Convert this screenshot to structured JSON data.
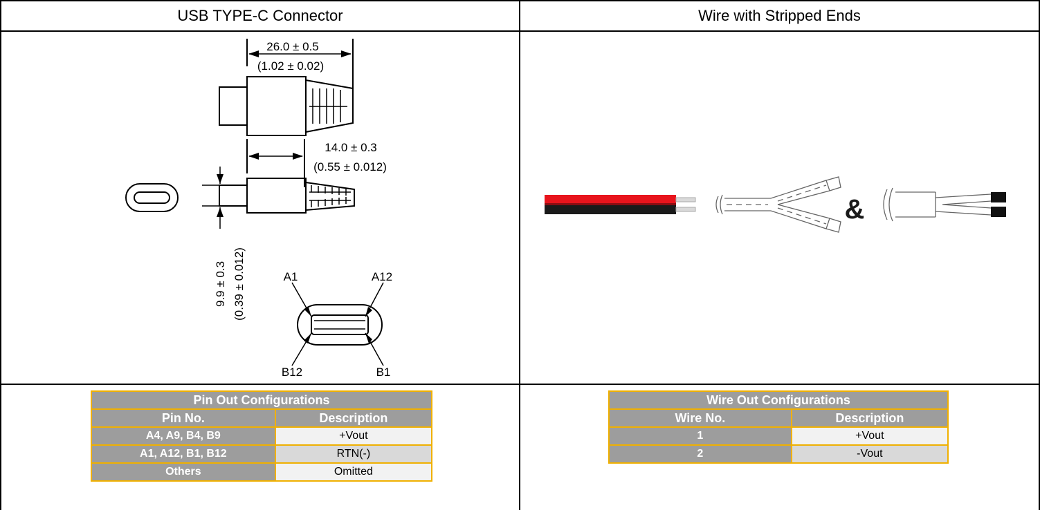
{
  "headers": {
    "left": "USB TYPE-C Connector",
    "right": "Wire with Stripped Ends"
  },
  "dimensions": {
    "length_mm": "26.0 ± 0.5",
    "length_in": "(1.02 ± 0.02)",
    "plug_mm": "14.0 ± 0.3",
    "plug_in": "(0.55 ± 0.012)",
    "height_mm": "9.9 ± 0.3",
    "height_in": "(0.39 ± 0.012)"
  },
  "pins": {
    "a1": "A1",
    "a12": "A12",
    "b12": "B12",
    "b1": "B1"
  },
  "wire_diagram": {
    "ampersand": "&"
  },
  "pin_table": {
    "title": "Pin Out Configurations",
    "columns": [
      "Pin No.",
      "Description"
    ],
    "rows": [
      {
        "pin": "A4, A9, B4, B9",
        "desc": "+Vout"
      },
      {
        "pin": "A1, A12, B1, B12",
        "desc": "RTN(-)"
      },
      {
        "pin": "Others",
        "desc": "Omitted"
      }
    ]
  },
  "wire_table": {
    "title": "Wire Out Configurations",
    "columns": [
      "Wire No.",
      "Description"
    ],
    "rows": [
      {
        "wire": "1",
        "desc": "+Vout"
      },
      {
        "wire": "2",
        "desc": "-Vout"
      }
    ]
  },
  "colors": {
    "table_header": "#9d9d9d",
    "table_border": "#f0b000",
    "wire_red": "#e8141c",
    "wire_black": "#1a1a1a"
  }
}
